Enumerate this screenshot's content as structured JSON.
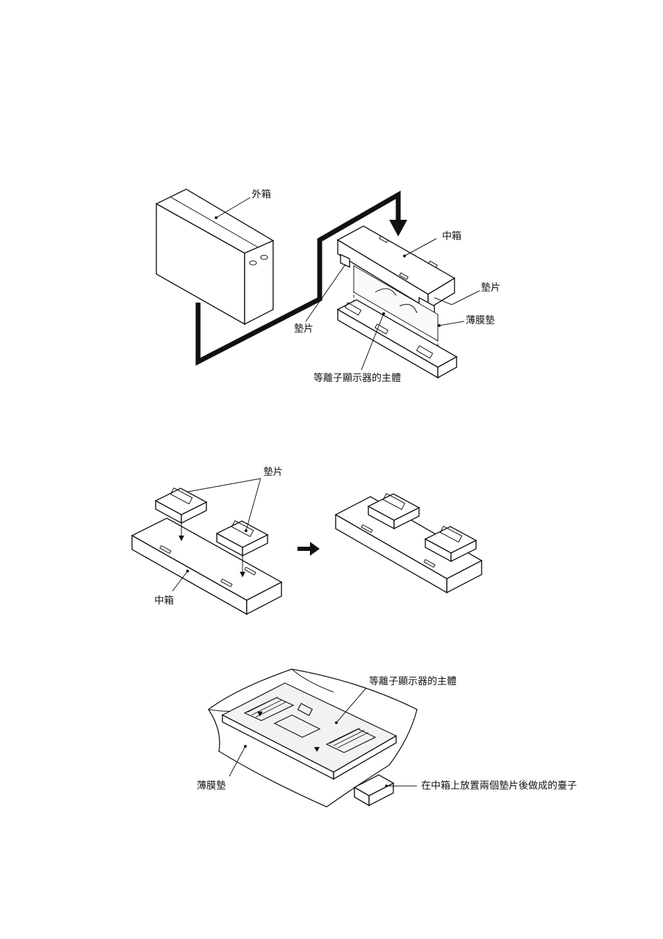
{
  "figure1": {
    "outer_box": "外箱",
    "middle_box": "中箱",
    "pad_right": "墊片",
    "film_pad": "薄膜墊",
    "pad_left": "墊片",
    "display_body": "等離子顯示器的主體"
  },
  "figure2": {
    "pads": "墊片",
    "middle_box": "中箱"
  },
  "figure3": {
    "display_body": "等離子顯示器的主體",
    "film_pad": "薄膜墊",
    "stand": "在中箱上放置兩個墊片後做成的臺子"
  }
}
